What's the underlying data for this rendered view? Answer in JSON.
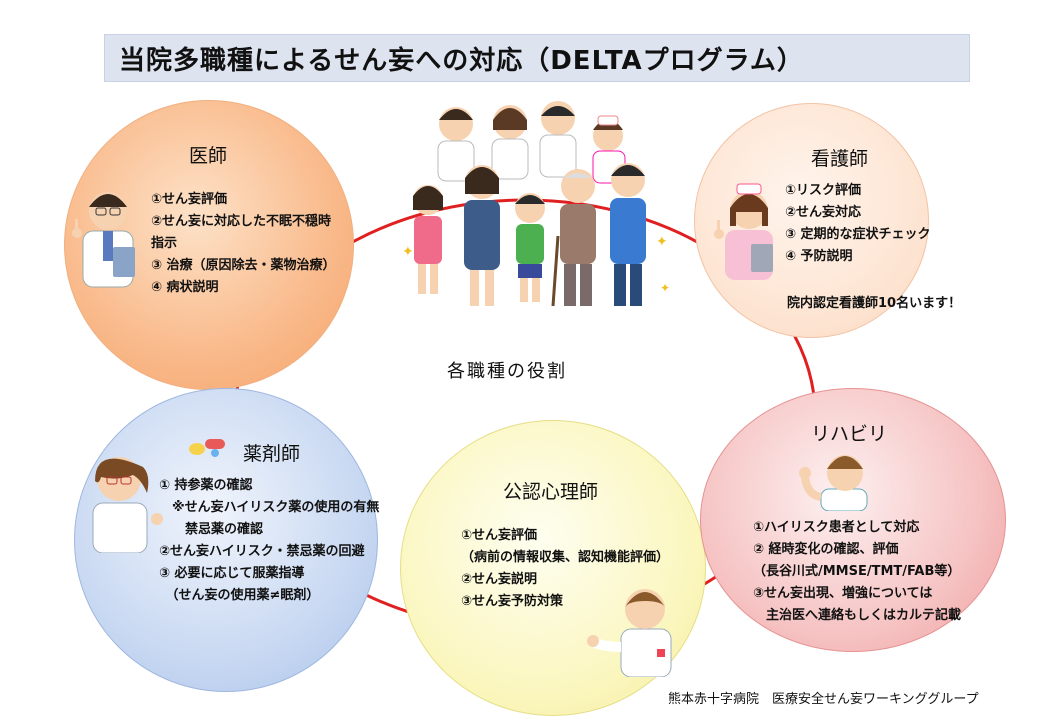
{
  "title": "当院多職種によるせん妄への対応（DELTAプログラム）",
  "center_label": "各職種の役割",
  "footer": "熊本赤十字病院　医療安全せん妄ワーキンググループ",
  "colors": {
    "connector": "#e02020",
    "doctor": "#f9b98a",
    "nurse": "#fde3d0",
    "pharmacist": "#c9d9f2",
    "psychologist": "#fbf7c2",
    "rehab": "#f6c4c4"
  },
  "roles": {
    "doctor": {
      "title": "医師",
      "items": [
        "①せん妄評価",
        "②せん妄に対応した不眠不穏時",
        "指示",
        "③ 治療（原因除去・薬物治療）",
        "④ 病状説明"
      ]
    },
    "nurse": {
      "title": "看護師",
      "items": [
        "①リスク評価",
        "②せん妄対応",
        "③ 定期的な症状チェック",
        "④ 予防説明"
      ],
      "note": "院内認定看護師10名います！"
    },
    "pharmacist": {
      "title": "薬剤師",
      "items": [
        "① 持参薬の確認",
        "　※せん妄ハイリスク薬の使用の有無",
        "　　禁忌薬の確認",
        "②せん妄ハイリスク・禁忌薬の回避",
        "③ 必要に応じて服薬指導",
        "　（せん妄の使用薬≠眠剤）"
      ]
    },
    "psychologist": {
      "title": "公認心理師",
      "items": [
        "①せん妄評価",
        "（病前の情報収集、認知機能評価）",
        "②せん妄説明",
        "③せん妄予防対策"
      ]
    },
    "rehab": {
      "title": "リハビリ",
      "items": [
        "①ハイリスク患者として対応",
        "② 経時変化の確認、評価",
        "（長谷川式/MMSE/TMT/FAB等）",
        "③せん妄出現、増強については",
        "　主治医へ連絡もしくはカルテ記載"
      ]
    }
  },
  "illustrations": {
    "doctor": "male-doctor-pointing-icon",
    "nurse": "nurse-pointing-icon",
    "pharmacist": "female-pharmacist-icon",
    "psychologist": "psychologist-presenting-icon",
    "rehab": "therapist-flexing-icon",
    "group": "medical-team-and-family-icon",
    "pills": "pills-icon"
  }
}
